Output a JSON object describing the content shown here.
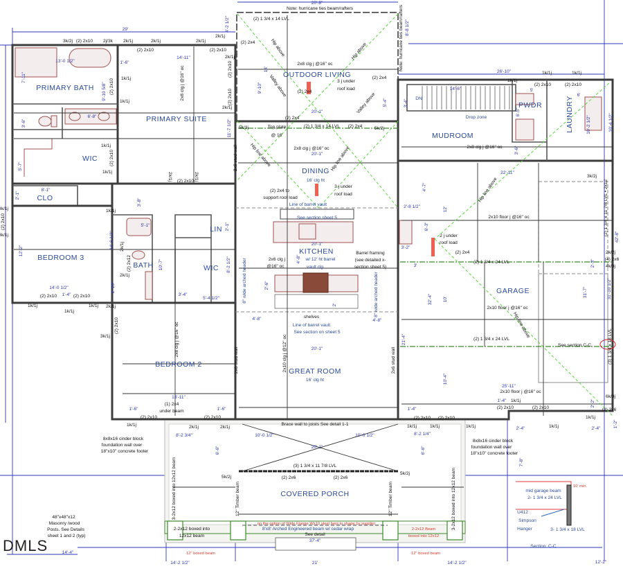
{
  "logo": "DMLS",
  "colors": {
    "walls": "#3d3d3d",
    "dimensions": "#2b34b8",
    "room_labels": "#2a4a9a",
    "hip_lines": "#57d93a",
    "beams": "#3a8a2a",
    "fixtures": "#a0504f",
    "notes_red": "#d23a2a"
  },
  "rooms": [
    "PRIMARY BATH",
    "PRIMARY SUITE",
    "WIC",
    "CLO",
    "BEDROOM 3",
    "BATH",
    "LIN",
    "WIC",
    "BEDROOM 2",
    "OUTDOOR LIVING",
    "DINING",
    "KITCHEN",
    "GREAT ROOM",
    "COVERED PORCH",
    "MUDROOM",
    "PWDR",
    "LAUNDRY",
    "GARAGE"
  ],
  "blue_notes": [
    "16' clg ht",
    "w/ 12' ht barrel",
    "vault clg",
    "16' clg ht",
    "DN",
    "Drop zone",
    "See section sheet 5",
    "Line of barrel vault",
    "Line of barrel vault",
    "See section on sheet 5",
    "8\" wide arched header",
    "8\" wide arched header",
    "Section: C-C",
    "U412",
    "Simpson",
    "Hanger",
    "3- 1 3/4 x 18 LVL",
    "mid garage beam",
    "2- 1 3/4 x 24 LVL",
    "8'x8' Arched Engineered beam w/ cedar wrap"
  ],
  "red_notes": [
    "10' min.",
    "on the option of Wide Flange Wx10 steel bent to shape by supplier",
    "2-2x12 Beam",
    "boxed into 12x12",
    "12\" boxed beam",
    "12\" boxed beam"
  ],
  "dims": [
    "29'",
    "20'-8\"",
    "4'-2 1/2\"",
    "8'-8 1/2\"",
    "26'-10\"",
    "13'-0 1/2\"",
    "14'-11\"",
    "1'-6\"",
    "7'-11\"",
    "9'-10 5/8\"",
    "6'-8\"",
    "3'-6\"",
    "5'-7\"",
    "11'-7 1/2\"",
    "8'-1\"",
    "2'-1\"",
    "3'-8\"",
    "9'-10\"",
    "14'",
    "20'-1\"",
    "5'-4\"",
    "20'-1\"",
    "14'-6\"",
    "3'-4\"",
    "5'",
    "6'",
    "6'-5\"",
    "10'-2 1/2\"",
    "10'-4 1/2\"",
    "3'-6\"",
    "22'-11\"",
    "4'-7\"",
    "2'-8 1/2\"",
    "12'",
    "6'-3\"",
    "3'-2\"",
    "3'",
    "32'-4\"",
    "10'",
    "31'-7\"",
    "31'-10 1/2\"",
    "42'-8\"",
    "2'-3\"",
    "21'-4\"",
    "10'-4\"",
    "25'-11\"",
    "1'-4\"",
    "1'-4\"",
    "2'-2\"",
    "2'-4\"",
    "2'-4\"",
    "1'-2\"",
    "8'-2 1/4\"",
    "7'-8\"",
    "12'-2\"",
    "14'-2 1/2\"",
    "21'",
    "14'-2 1/2\"",
    "37'-4\"",
    "14'-4\"",
    "10'-0 1/2\"",
    "10'-0 1/2\"",
    "20'-1\"",
    "8'-2 3/4\"",
    "6'-6\"",
    "6'-6\"",
    "14'-0 1/2\"",
    "1'-4\"",
    "12'-2\"",
    "14'-6 1/2\"",
    "2'-10\"",
    "5'-1\"",
    "10'-7\"",
    "2'-1\"",
    "8'-2 1/2\"",
    "3'-4\"",
    "5'-4 1/2\"",
    "4'-8\"",
    "4'-8\"",
    "20'-1\"",
    "2'-6\"",
    "4'-8\"",
    "2'",
    "13'-11\"",
    "1'-6\"",
    "1'-6\"",
    "20'-1\""
  ],
  "notes": [
    "Note:  hurricane ties beam/rafters",
    "Note:  hurricane ties beam/rafters",
    "(2) 1 3/4 x 14 LVL",
    "(2) 2x4",
    "2x8 clg j @16\" oc",
    "3 j under",
    "roof load",
    "(2) 2x4",
    "(2) 2x4",
    "(2) 2x4",
    "(2) 1 3/4 x 14 LVL",
    "(2) 2x4",
    "5k/3j",
    "5k/2j",
    "Top plate",
    "@ 16'",
    "2x8 clg j @16\" oc",
    "Hip above",
    "Valley above",
    "Hip above",
    "Valley above",
    "Hip line above",
    "Hip line above",
    "Hip line above",
    "Hip line above",
    "(2) 2x4 to",
    "support roof load",
    "3 j under",
    "roof load",
    "2x6 clg j",
    "@16\" oc",
    "Barrel framing",
    "(see detailed x-",
    "section sheet 5)",
    "shelves",
    "2x10 clg j @12\" oc",
    "2x6 stud wall",
    "2x6 stud wall",
    "2x6 stud wall",
    "2x8 clg j @16\" oc",
    "(1) 2x4",
    "under beam",
    "Brace wall to joists See detail 1-1",
    "(3) 1 3/4 x 11 7/8 LVL",
    "(2) 2x6",
    "(2) 2x6",
    "5k/2j",
    "5k/2j",
    "12\" Timber beam",
    "12\" Timber beam",
    "3-2x12 boxed into 12x12 beam",
    "3-2x12 boxed into 12x12 beam",
    "2-2x12 boxed into",
    "12x12 beam",
    "See detail",
    "8x8x16 cinder block",
    "foundation wall over",
    "18\"x10\" concrete footer",
    "8x8x16 cinder block",
    "foundation wall over",
    "18\"x10\" concrete footer",
    "48\"x48\"x12",
    "Masonry /wood",
    "Posts. See Details",
    "sheet 1 and 2 (typ)",
    "2x10 floor j @16\" oc",
    "2x10 floor j @16\" oc",
    "2x10 floor j @16\" oc",
    "(2) 1 3/4 x 24 LVL",
    "(2) 1 3/4 x 24 LVL",
    "2 j under",
    "roof load",
    "(2) 2x4",
    "See section C-C",
    "(3) 1 3/4 x 18 LVL",
    "(2) 1 3/4 x 11 7/8 LVL • 2x12",
    "3k/2j",
    "2k/2j",
    "(4) 2x6",
    "4k/3j",
    "6k/3j",
    "(2) 2x6",
    "2x8 clg j @16\" oc",
    "(2) 2x10",
    "(2) 2x10",
    "1k/1j",
    "1k/1j",
    "1k/1j",
    "3k/2j",
    "(2) 2x10",
    "2j/3k",
    "2k/1j",
    "2k/1j",
    "(2) 2x10",
    "2k/1j",
    "(2) 2x10",
    "2k/1j",
    "2k/1j",
    "2x8 clg j @16\" oc",
    "1k/1j",
    "1k/1j",
    "1k/1j",
    "1k/1j",
    "(2) 2x10",
    "(2) 2x10",
    "(2) 2x10",
    "(2) 2x10",
    "2k/1j",
    "(2) 2x10",
    "2k/1j",
    "2k/1j",
    "(2) 2x10",
    "3k/1j",
    "3k/1j",
    "1k/1j",
    "(2) 2x10",
    "(2) 2x10",
    "1k/1j",
    "1k/1j",
    "1k/1j",
    "2k/1j",
    "(2) 2x12",
    "2k/1j",
    "2k/1j",
    "(2) 2x10",
    "3k/1j",
    "(2) 2x10",
    "(2) 2x10",
    "1k/1j",
    "2k/1j",
    "2k/1j",
    "(2) 2x10",
    "(2) 2x10",
    "1k/1j",
    "1k/1j",
    "1k/1j",
    "(2) 2x10",
    "(2) 2x10",
    "1k/1j",
    "1k/1j",
    "1k/1j"
  ]
}
